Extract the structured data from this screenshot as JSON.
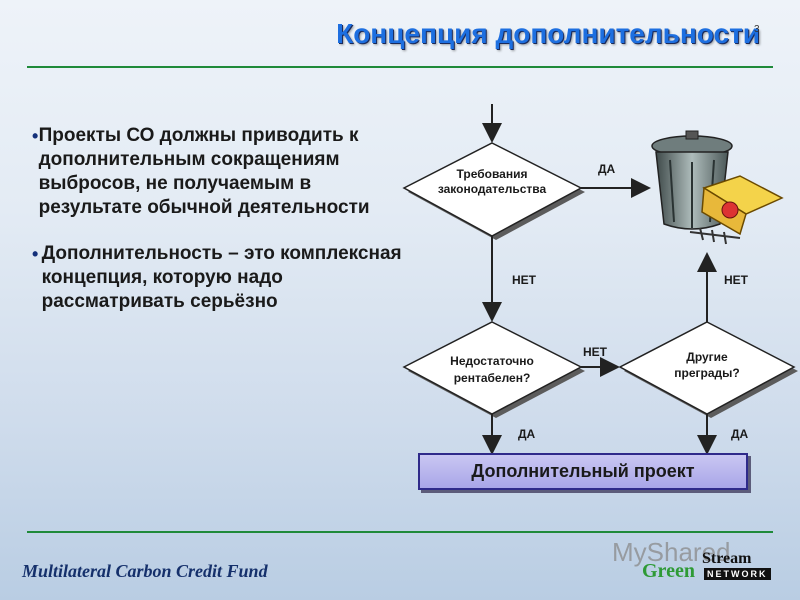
{
  "slide": {
    "title": "Концепция дополнительности",
    "number": "3"
  },
  "bullets": [
    "Проекты СО должны приводить к дополнительным сокращениям выбросов, не получаемым в результате обычной деятельности",
    "Дополнительность – это комплексная концепция, которую надо рассматривать серьёзно"
  ],
  "flowchart": {
    "decision_1": [
      "Требования",
      "законодательства"
    ],
    "decision_2": [
      "Недостаточно",
      "рентабелен?"
    ],
    "decision_3": [
      "Другие",
      "преграды?"
    ],
    "yes_label": "ДА",
    "no_label": "НЕТ",
    "result": "Дополнительный проект",
    "trash_icon": "trash-can-icon"
  },
  "footer": {
    "organization": "Multilateral Carbon Credit Fund",
    "watermark": "MyShared",
    "logo_green": "Green",
    "logo_stream": "Stream",
    "logo_network": "NETWORK"
  },
  "colors": {
    "title": "#1d6fe0",
    "rule": "#1f8a3a",
    "diamond_fill": "#ffffff",
    "result_fill": "#b3b0ec"
  }
}
